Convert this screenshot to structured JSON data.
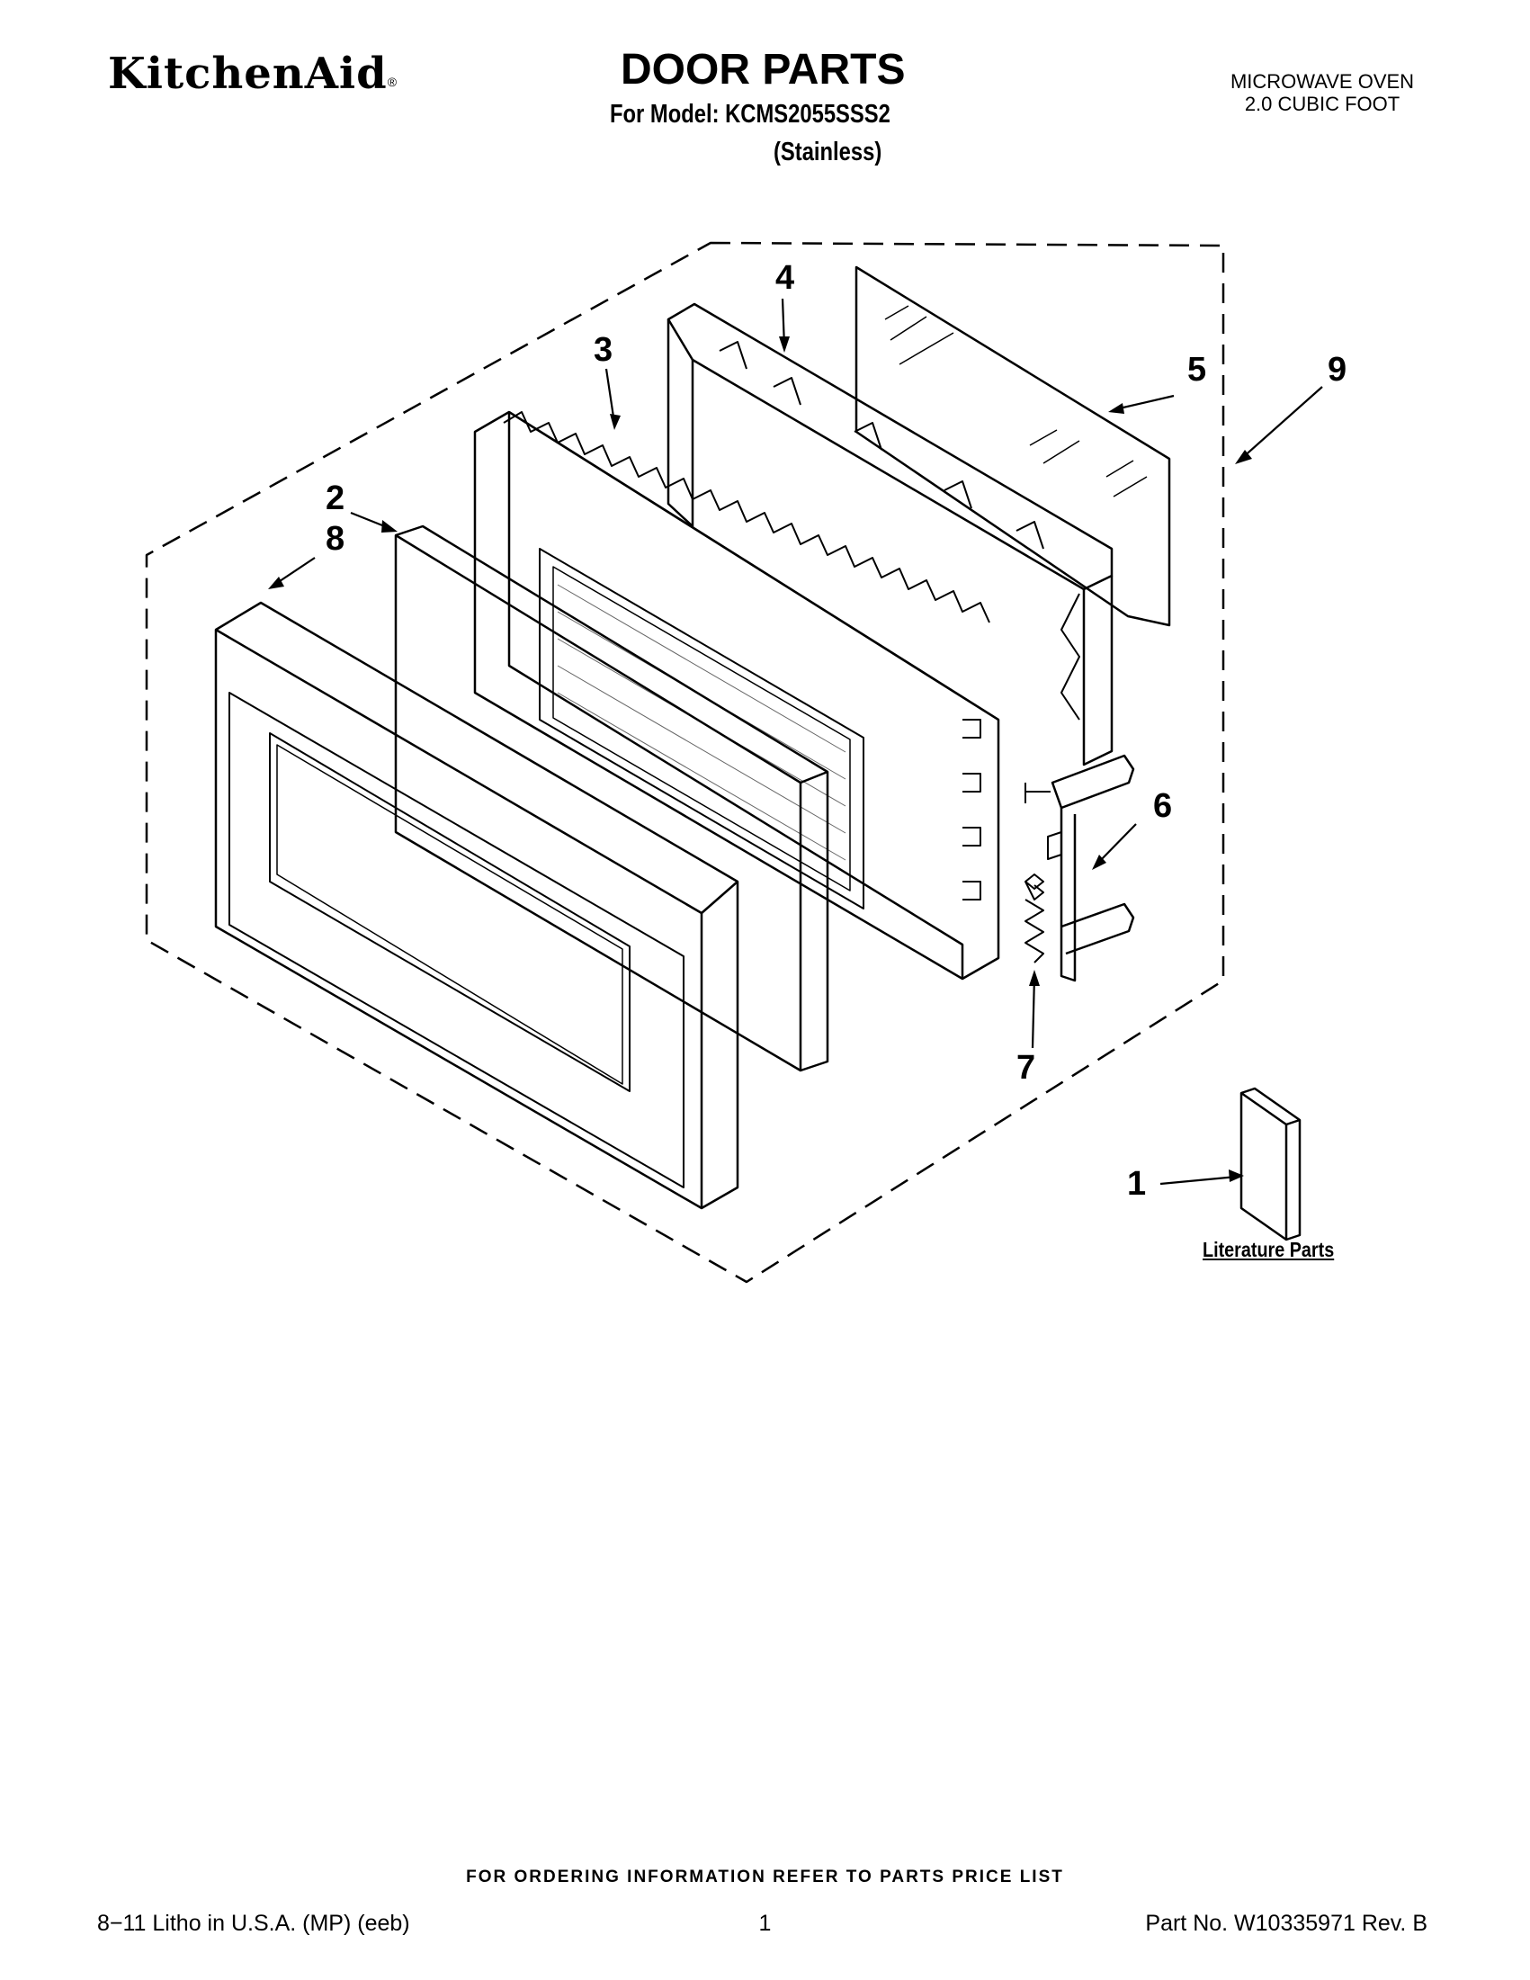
{
  "header": {
    "brand": "KitchenAid",
    "brand_mark": "®",
    "title": "DOOR PARTS",
    "model_line": "For Model: KCMS2055SSS2",
    "variant": "(Stainless)",
    "product_line1": "MICROWAVE OVEN",
    "product_line2": "2.0 CUBIC FOOT"
  },
  "diagram": {
    "callouts": {
      "c1": "1",
      "c2": "2",
      "c3": "3",
      "c4": "4",
      "c5": "5",
      "c6": "6",
      "c7": "7",
      "c8": "8",
      "c9": "9"
    },
    "literature_label": "Literature Parts"
  },
  "footer": {
    "ordering_note": "FOR ORDERING INFORMATION REFER TO PARTS PRICE LIST",
    "litho": "8−11 Litho in U.S.A. (MP) (eeb)",
    "page_number": "1",
    "part_number": "Part No. W10335971 Rev. B"
  }
}
